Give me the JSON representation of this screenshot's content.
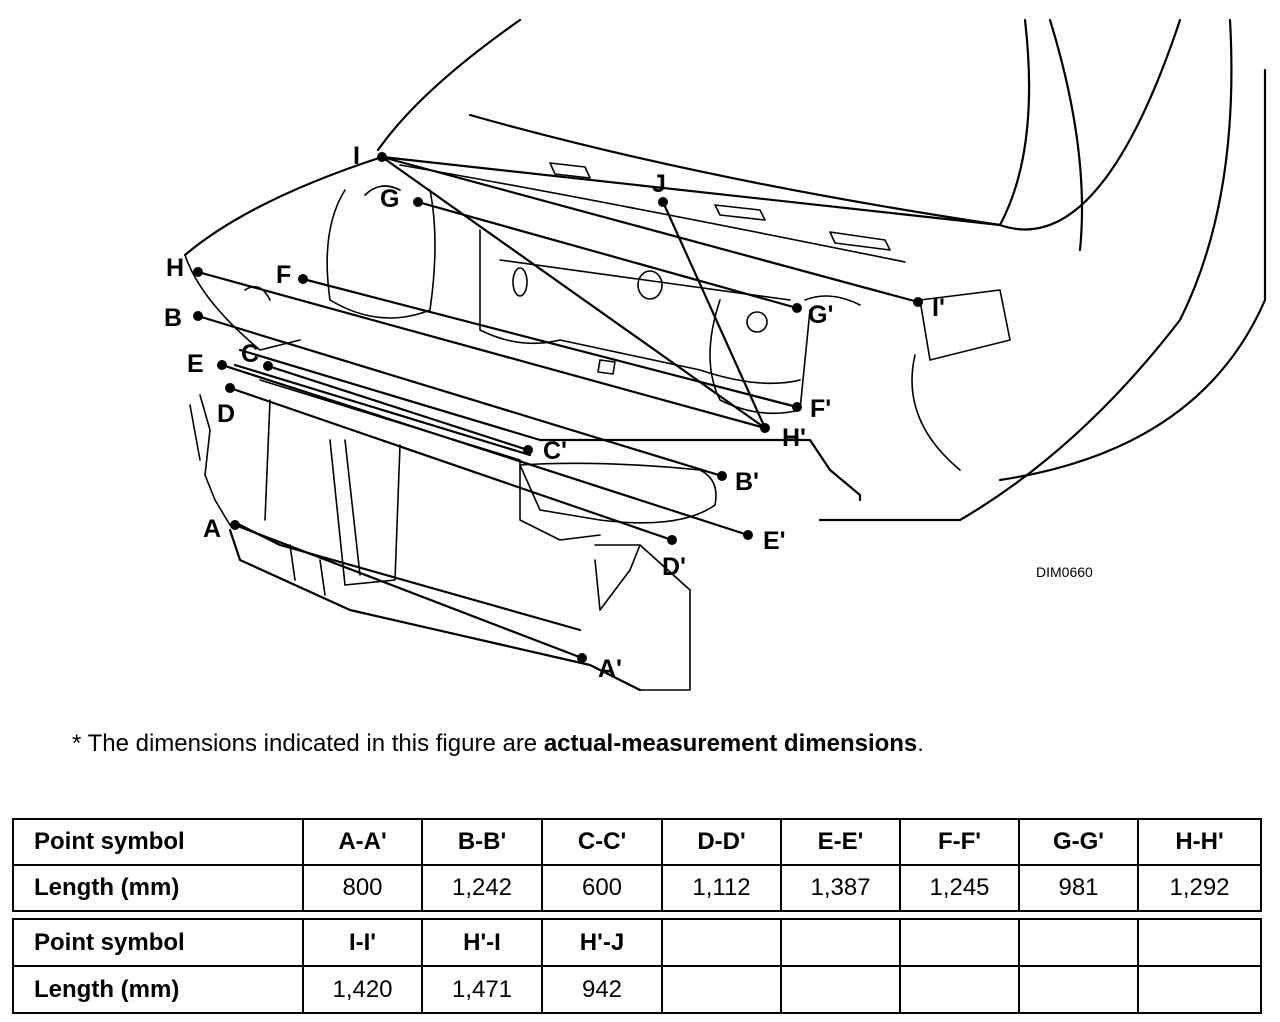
{
  "figure": {
    "code": "DIM0660",
    "labels": {
      "A": "A",
      "A_prime": "A'",
      "B": "B",
      "B_prime": "B'",
      "C": "C",
      "C_prime": "C'",
      "D": "D",
      "D_prime": "D'",
      "E": "E",
      "E_prime": "E'",
      "F": "F",
      "F_prime": "F'",
      "G": "G",
      "G_prime": "G'",
      "H": "H",
      "H_prime": "H'",
      "I": "I",
      "I_prime": "I'",
      "J": "J"
    }
  },
  "note": {
    "prefix": "* The dimensions indicated in this figure are ",
    "emphasis": "actual-measurement dimensions",
    "suffix": "."
  },
  "table": {
    "row_header_symbol": "Point symbol",
    "row_header_length": "Length (mm)",
    "group1": {
      "symbols": [
        "A-A'",
        "B-B'",
        "C-C'",
        "D-D'",
        "E-E'",
        "F-F'",
        "G-G'",
        "H-H'"
      ],
      "lengths": [
        "800",
        "1,242",
        "600",
        "1,112",
        "1,387",
        "1,245",
        "981",
        "1,292"
      ]
    },
    "group2": {
      "symbols": [
        "I-I'",
        "H'-I",
        "H'-J",
        "",
        "",
        "",
        "",
        ""
      ],
      "lengths": [
        "1,420",
        "1,471",
        "942",
        "",
        "",
        "",
        "",
        ""
      ]
    }
  }
}
